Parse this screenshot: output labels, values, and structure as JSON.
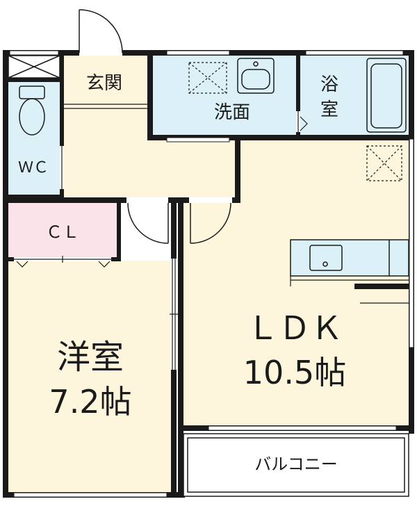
{
  "rooms": {
    "genkan": "玄関",
    "wc": "ＷＣ",
    "senmen": "洗面",
    "yokushitsu": "浴室",
    "cl": "ＣＬ",
    "yoshitsu_name": "洋室",
    "yoshitsu_size": "7.2帖",
    "ldk_name": "ＬＤＫ",
    "ldk_size": "10.5帖",
    "balcony": "バルコニー"
  },
  "colors": {
    "wall": "#1a1a1a",
    "room_floor": "#fdf5dc",
    "wet_area": "#dcf0f8",
    "closet": "#fbe3ea",
    "balcony": "#ffffff"
  }
}
